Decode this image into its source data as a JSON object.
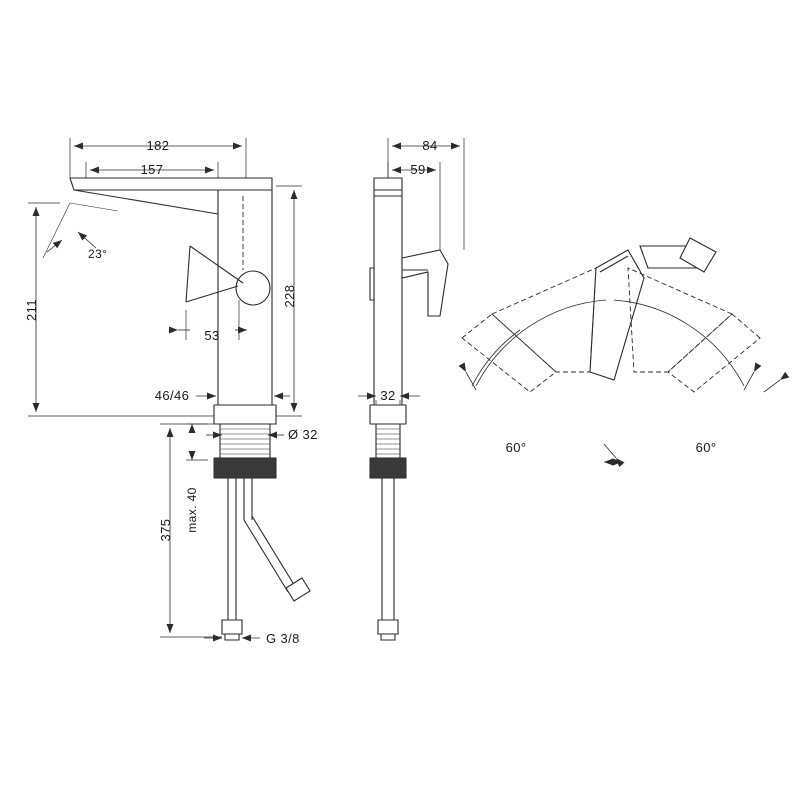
{
  "drawing": {
    "title": "Technical dimension drawing of a tall single-lever basin mixer tap",
    "views": [
      "front-elevation",
      "side-elevation",
      "top-plan-swivel-range"
    ],
    "units": "mm",
    "line_color": "#2b2b2b",
    "background": "#ffffff"
  },
  "dimensions": {
    "front": {
      "spout_reach_total": "182",
      "spout_reach_inner": "157",
      "spout_angle": "23",
      "lever_length": "53",
      "body_height": "211",
      "total_height": "228",
      "base_offsets": "46/46",
      "base_diameter": "Ø 32",
      "tail_length": "375",
      "max_thickness": "max. 40",
      "thread": "G 3/8"
    },
    "side": {
      "depth_total": "84",
      "depth_inner": "59",
      "base_width": "32"
    },
    "plan": {
      "swivel_left": "60°",
      "swivel_right": "60°"
    }
  }
}
